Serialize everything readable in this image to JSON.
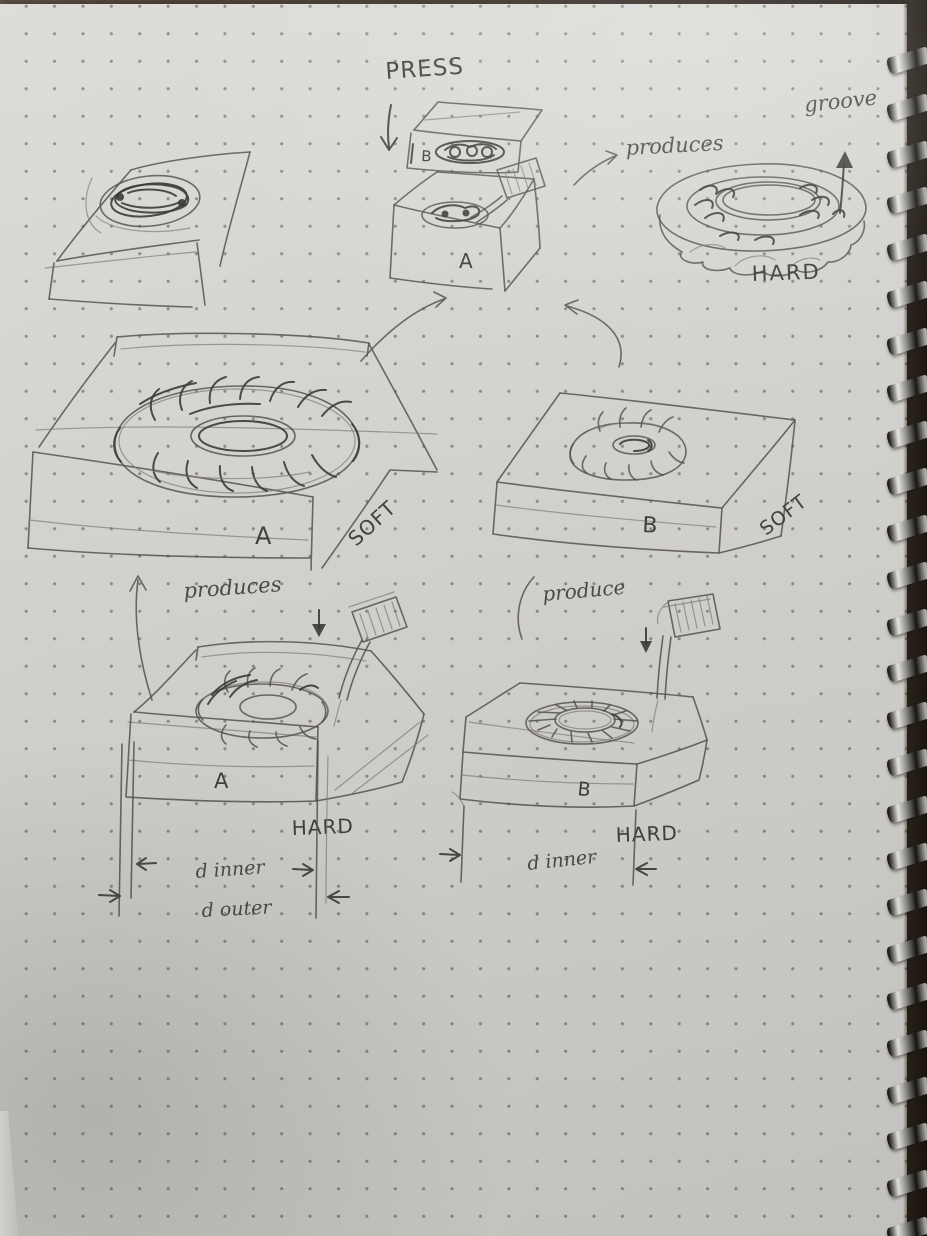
{
  "scene": {
    "subject": "pencil sketch of a two-part ring mold-making process on a dotted spiral-bound notebook page",
    "paper_color": "#d4d3ce",
    "pencil_color": "#45443f",
    "binding_color": "#16110d",
    "coil_metal_color": "#b5b3ae"
  },
  "labels": {
    "press": "PRESS",
    "stamp_block_letter": "B",
    "stamped_mold_letter": "A",
    "produces_top": "produces",
    "groove": "groove",
    "hard_ring": "HARD",
    "soft_mold_a_letter": "A",
    "soft_mold_a_material": "SOFT",
    "soft_mold_b_letter": "B",
    "soft_mold_b_material": "SOFT",
    "produces_bottom_left": "produces",
    "hard_mold_a_letter": "A",
    "hard_mold_a_material": "HARD",
    "dim_a_inner": "d inner",
    "dim_a_outer": "d outer",
    "produce_bottom_right": "produce",
    "hard_mold_b_letter": "B",
    "hard_mold_b_material": "HARD",
    "dim_b_inner": "d inner"
  }
}
